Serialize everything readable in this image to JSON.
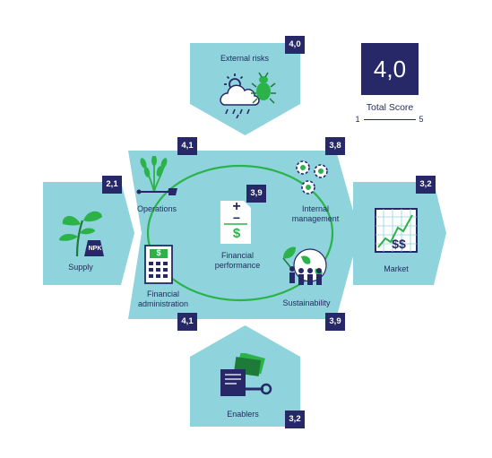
{
  "total": {
    "score": "4,0",
    "label": "Total Score",
    "scale_min": "1",
    "scale_max": "5"
  },
  "blocks": {
    "external_risks": {
      "label": "External risks",
      "score": "4,0"
    },
    "supply": {
      "label": "Supply",
      "score": "2,1"
    },
    "operations": {
      "label": "Operations",
      "score": "4,1"
    },
    "internal_management": {
      "label": "Internal\nmanagement",
      "score": "3,8"
    },
    "financial_performance": {
      "label": "Financial\nperformance",
      "score": "3,9"
    },
    "financial_administration": {
      "label": "Financial\nadministration",
      "score": "4,1"
    },
    "sustainability": {
      "label": "Sustainability",
      "score": "3,9"
    },
    "market": {
      "label": "Market",
      "score": "3,2"
    },
    "enablers": {
      "label": "Enablers",
      "score": "3,2"
    }
  },
  "icons": {
    "npk_text": "NPK",
    "plus": "+",
    "minus": "−",
    "dollar": "$",
    "double_dollar": "$$"
  },
  "colors": {
    "panel": "#8fd3dc",
    "navy": "#262867",
    "green": "#2bb34a",
    "dark_green": "#1e7a38"
  }
}
